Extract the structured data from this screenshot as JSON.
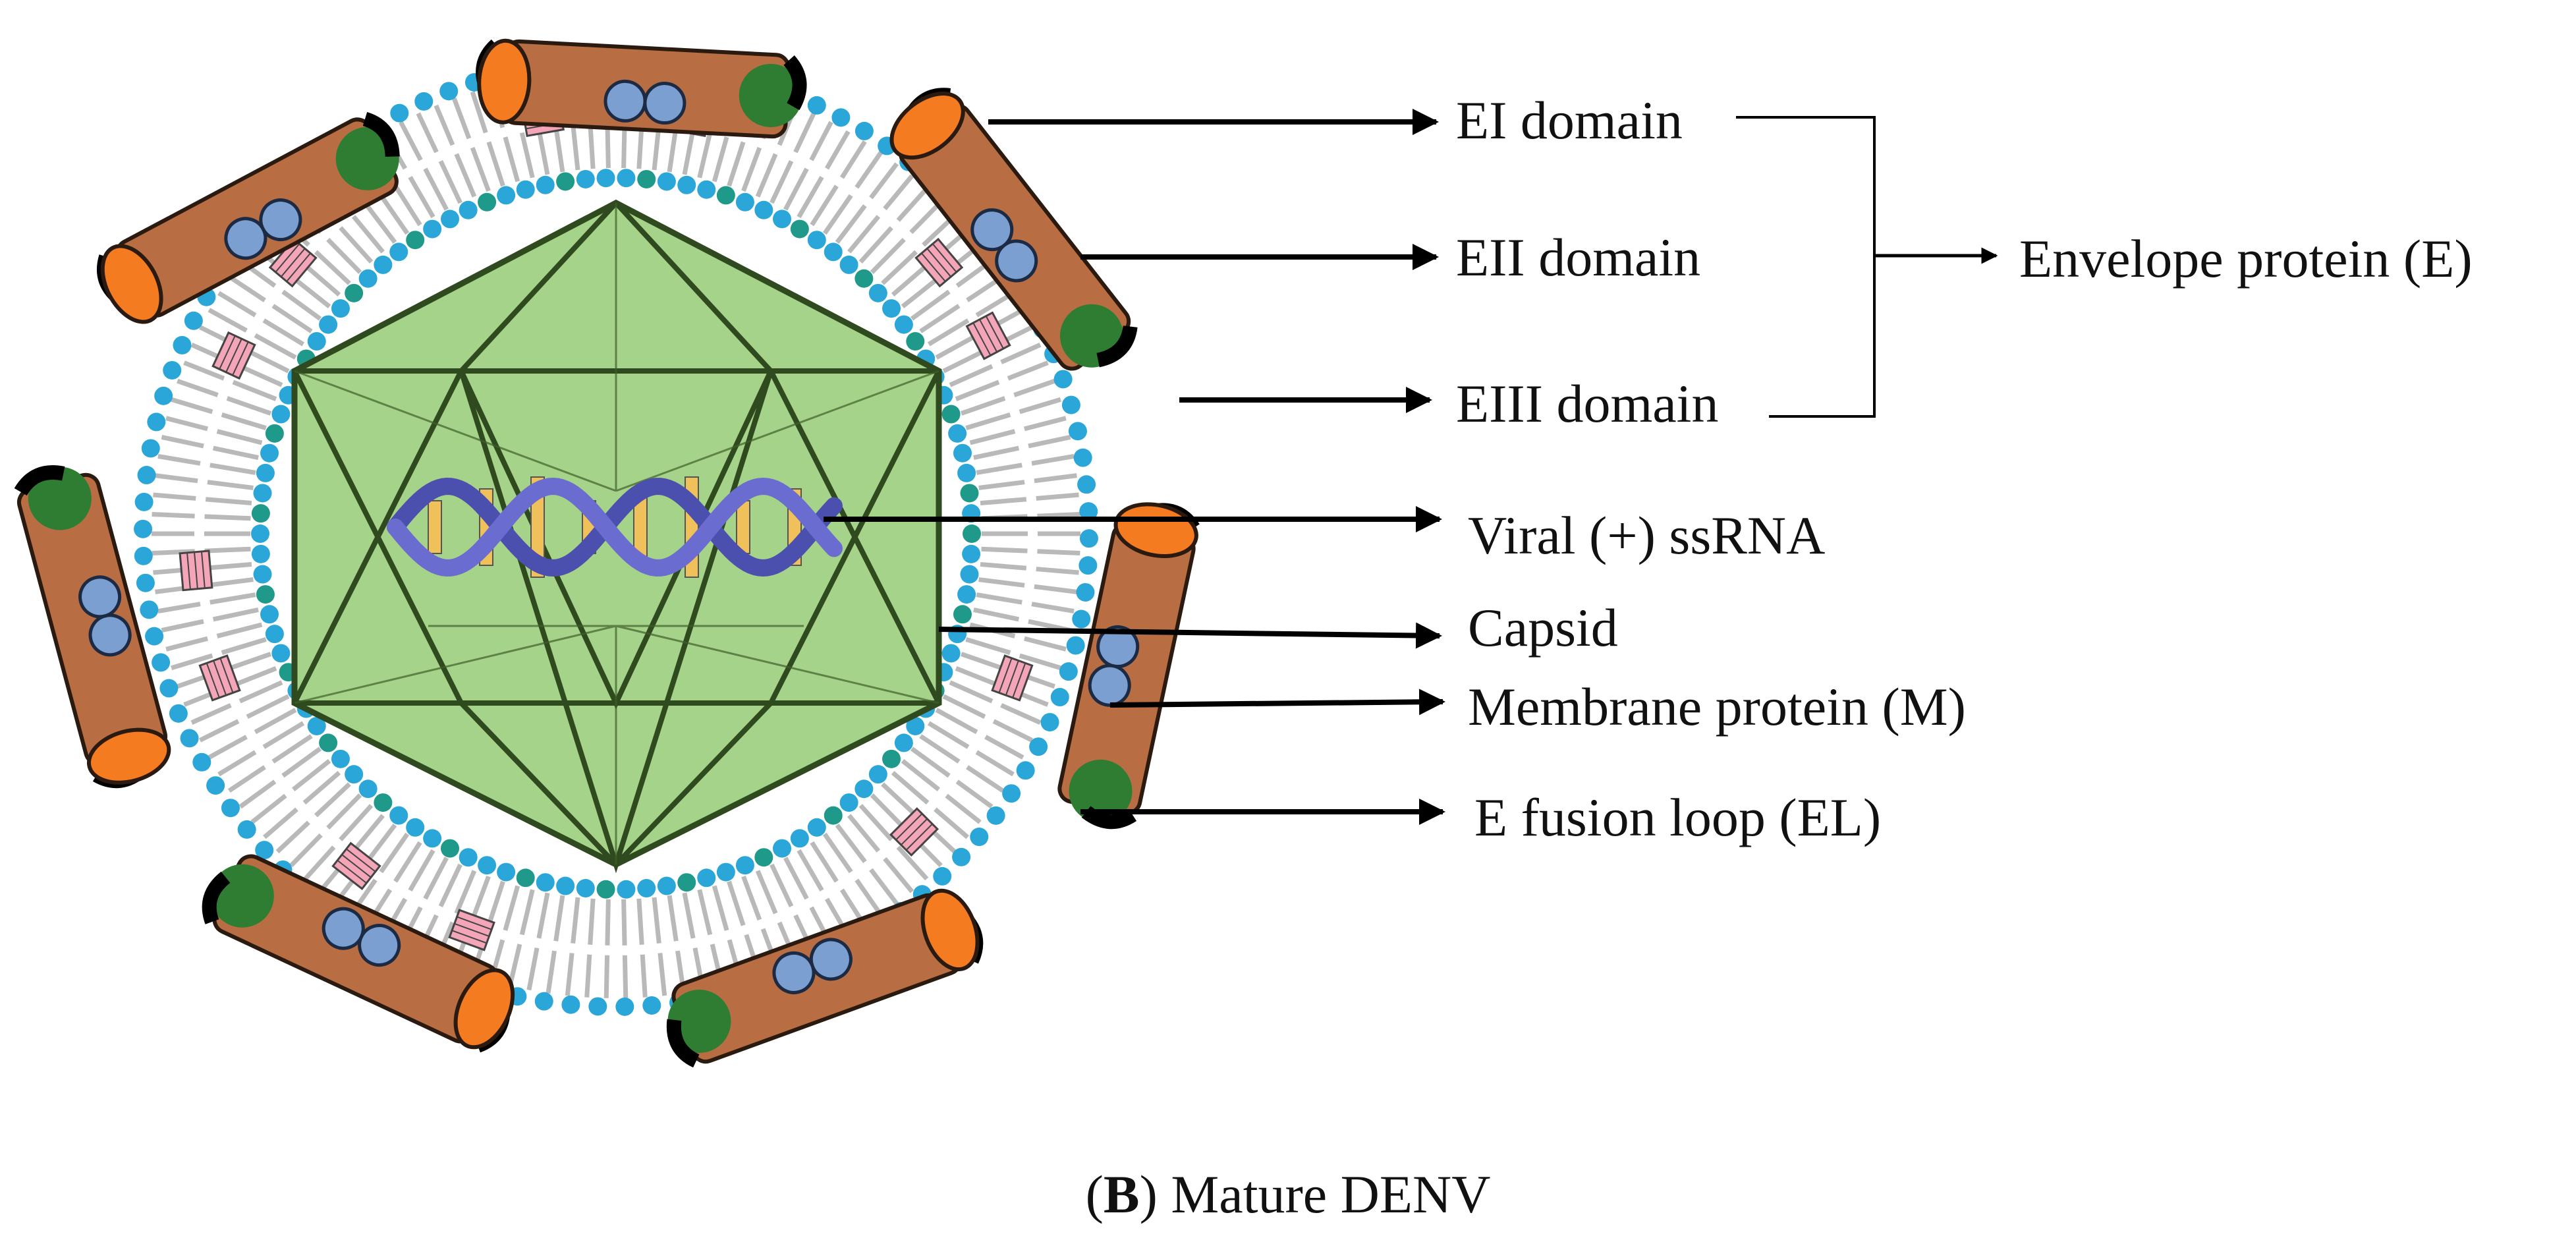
{
  "labels": {
    "ei_domain": "EI domain",
    "eii_domain": "EII domain",
    "eiii_domain": "EIII domain",
    "envelope_protein": "Envelope protein (E)",
    "viral_ssrna": "Viral (+) ssRNA",
    "capsid": "Capsid",
    "membrane_protein": "Membrane protein (M)",
    "fusion_loop": "E fusion loop (EL)"
  },
  "caption": {
    "panel_letter": "B",
    "text": " Mature DENV"
  },
  "colors": {
    "capsid_fill": "#a6d38a",
    "capsid_stroke": "#2f4a1e",
    "e_protein_body": "#b86e42",
    "ei_domain": "#f47b20",
    "fusion_loop": "#2e7d32",
    "m_protein": "#7b9fd1",
    "lipid_head_outer": "#2aa7d8",
    "lipid_head_inner": "#1f9a8a",
    "membrane_prism": "#f4a6b8",
    "rna_backbone": "#6a6ccf",
    "rna_bases": "#f0c05a"
  }
}
